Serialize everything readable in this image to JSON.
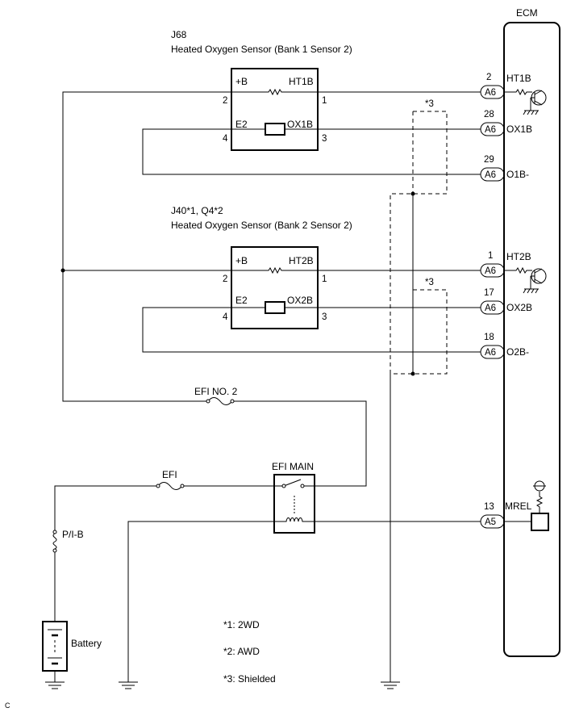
{
  "ecm": {
    "title": "ECM"
  },
  "sensor1": {
    "code": "J68",
    "name": "Heated Oxygen Sensor (Bank 1 Sensor 2)",
    "term_b": "+B",
    "heater": "HT1B",
    "term_e2": "E2",
    "signal": "OX1B",
    "pin_b": "2",
    "pin_ht": "1",
    "pin_e2": "4",
    "pin_ox": "3"
  },
  "sensor2": {
    "code": "J40*1, Q4*2",
    "name": "Heated Oxygen Sensor (Bank 2 Sensor 2)",
    "term_b": "+B",
    "heater": "HT2B",
    "term_e2": "E2",
    "signal": "OX2B",
    "pin_b": "2",
    "pin_ht": "1",
    "pin_e2": "4",
    "pin_ox": "3"
  },
  "ecm_pins": [
    {
      "num": "2",
      "conn": "A6",
      "label": "HT1B"
    },
    {
      "num": "28",
      "conn": "A6",
      "label": "OX1B"
    },
    {
      "num": "29",
      "conn": "A6",
      "label": "O1B-"
    },
    {
      "num": "1",
      "conn": "A6",
      "label": "HT2B"
    },
    {
      "num": "17",
      "conn": "A6",
      "label": "OX2B"
    },
    {
      "num": "18",
      "conn": "A6",
      "label": "O2B-"
    },
    {
      "num": "13",
      "conn": "A5",
      "label": "MREL"
    }
  ],
  "shield1": "*3",
  "shield2": "*3",
  "fuse_efi_no2": "EFI NO. 2",
  "fuse_efi": "EFI",
  "relay_efi_main": "EFI MAIN",
  "fusible_link": "P/I-B",
  "battery": "Battery",
  "notes": [
    "*1: 2WD",
    "*2: AWD",
    "*3: Shielded"
  ],
  "page_mark": "C"
}
